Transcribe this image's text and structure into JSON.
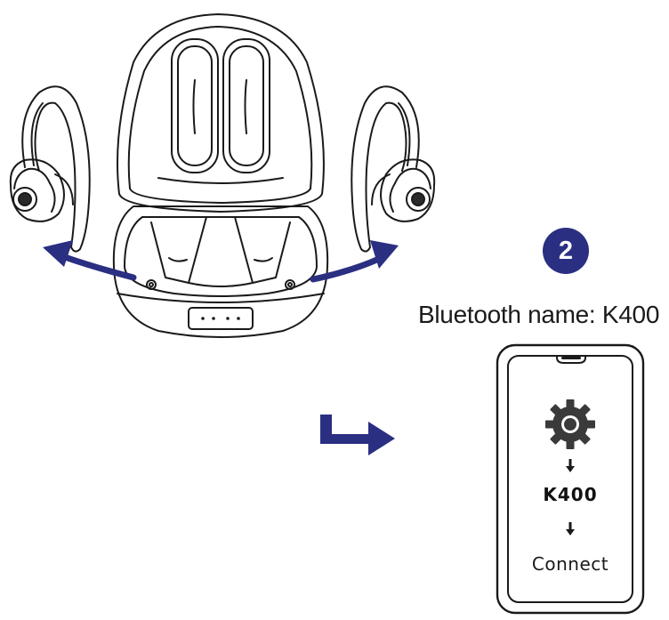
{
  "step": {
    "number": "2"
  },
  "bluetooth": {
    "label": "Bluetooth name: K400"
  },
  "phone": {
    "device_name": "K400",
    "connect_label": "Connect",
    "settings_icon": "gear-icon",
    "step_arrow_icon": "arrow-down-icon"
  },
  "colors": {
    "accent": "#2a2f82",
    "line": "#1a1a1a",
    "gear": "#3a3a3a"
  },
  "icons": {
    "flow": "corner-arrow-right-icon",
    "remove": "curved-arrow-icon"
  }
}
